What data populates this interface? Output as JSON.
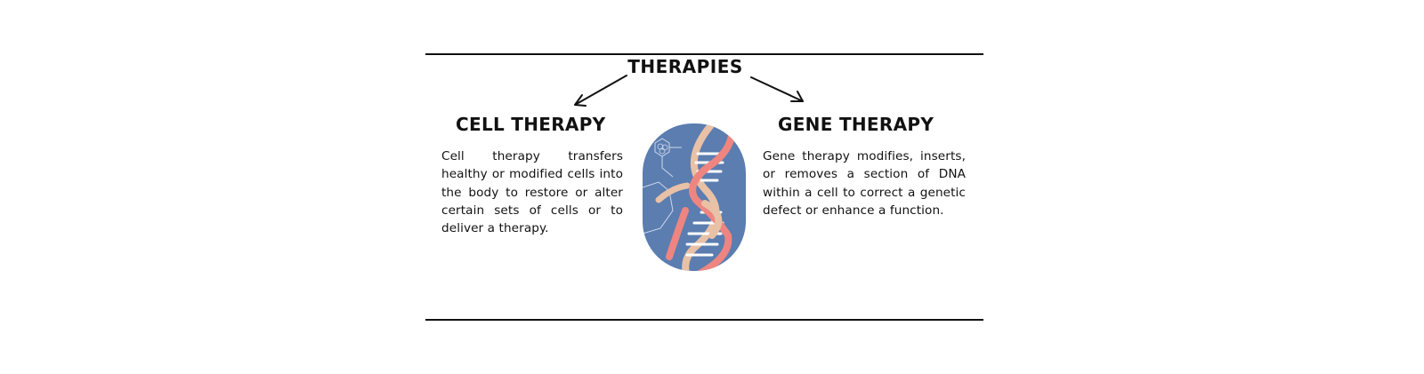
{
  "title": "THERAPIES",
  "cell_therapy": {
    "heading": "CELL THERAPY",
    "description": "Cell therapy transfers healthy or modified cells into the body to restore or alter certain sets of cells or to deliver a therapy."
  },
  "gene_therapy": {
    "heading": "GENE THERAPY",
    "description": "Gene therapy modifies, inserts, or removes a section of DNA within a cell to correct a genetic defect or enhance a function."
  },
  "illustration": {
    "icon": "dna-double-helix-icon",
    "colors": {
      "background": "#5b7db0",
      "strand_pink": "#ef8580",
      "strand_beige": "#e9c1a6",
      "rungs": "#ffffff"
    }
  },
  "colors": {
    "text": "#111111",
    "rules": "#111111",
    "page_background": "#ffffff"
  }
}
